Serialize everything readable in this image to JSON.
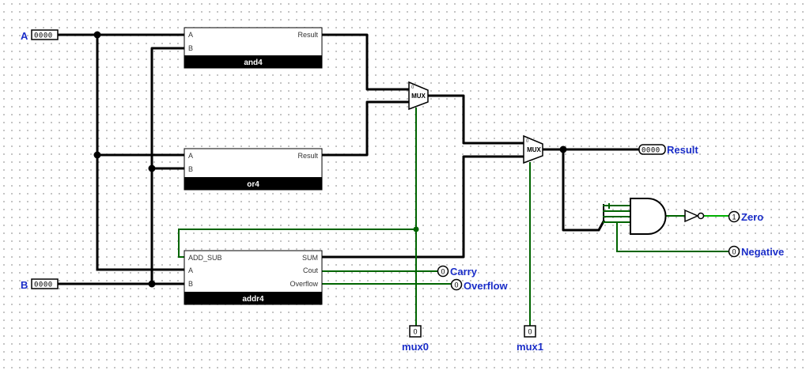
{
  "inputs": {
    "a": {
      "name": "A",
      "value": "0000"
    },
    "b": {
      "name": "B",
      "value": "0000"
    }
  },
  "and4": {
    "title": "and4",
    "pins": {
      "a": "A",
      "b": "B",
      "result": "Result"
    }
  },
  "or4": {
    "title": "or4",
    "pins": {
      "a": "A",
      "b": "B",
      "result": "Result"
    }
  },
  "addr4": {
    "title": "addr4",
    "pins": {
      "add_sub": "ADD_SUB",
      "a": "A",
      "b": "B",
      "sum": "SUM",
      "cout": "Cout",
      "overflow": "Overflow"
    }
  },
  "mux": {
    "label": "MUX",
    "sel0": "0",
    "sel1": "1"
  },
  "outputs": {
    "result": {
      "name": "Result",
      "value": "0000"
    },
    "carry": {
      "name": "Carry",
      "value": "0"
    },
    "overflow": {
      "name": "Overflow",
      "value": "0"
    },
    "zero": {
      "name": "Zero",
      "value": "1"
    },
    "negative": {
      "name": "Negative",
      "value": "0"
    }
  },
  "selects": {
    "mux0": {
      "name": "mux0",
      "value": "0"
    },
    "mux1": {
      "name": "mux1",
      "value": "0"
    }
  },
  "colors": {
    "wire": "#000000",
    "active": "#00aa00",
    "inactive": "#006400",
    "label": "#1a2dc8"
  }
}
